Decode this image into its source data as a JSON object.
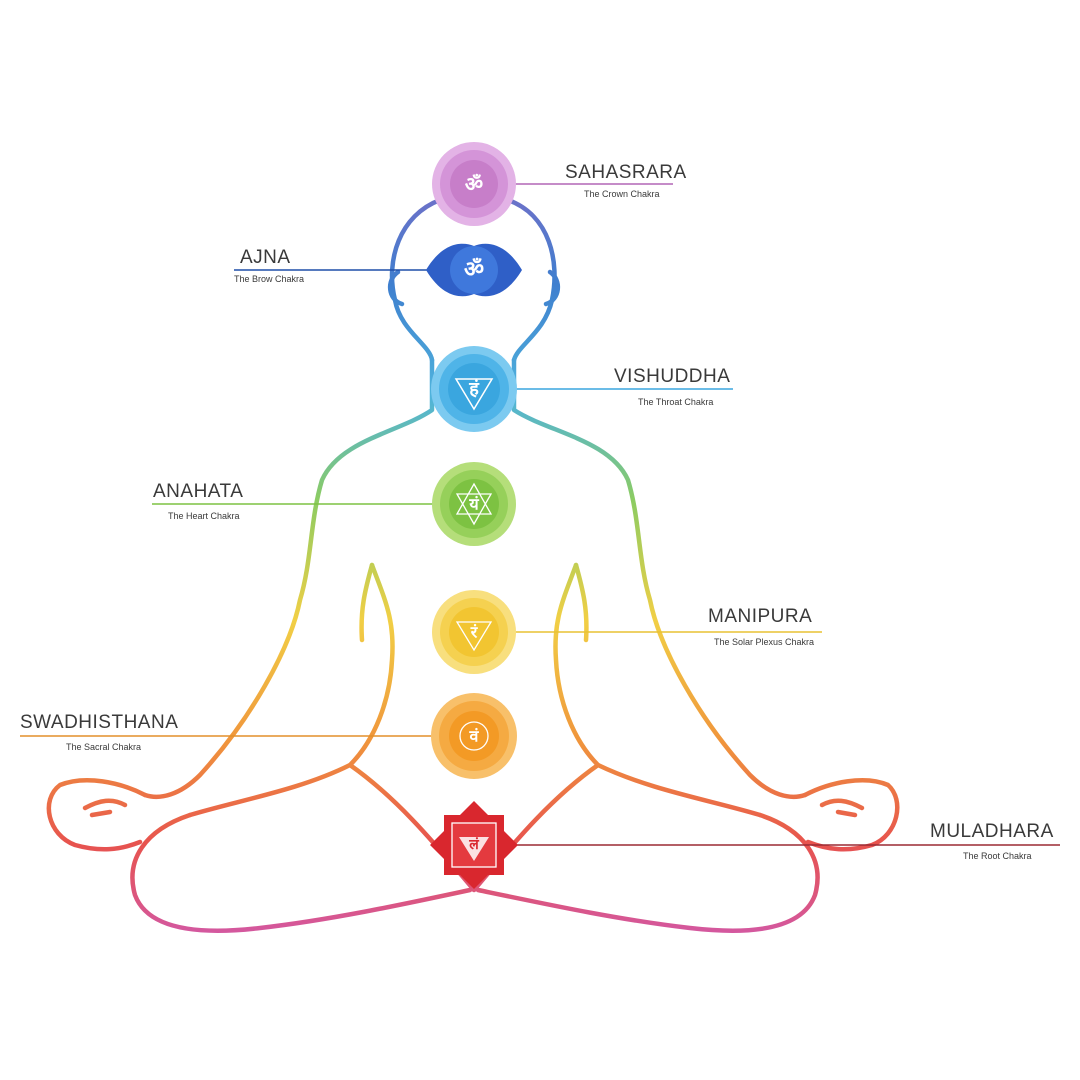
{
  "chakras": [
    {
      "id": "sahasrara",
      "name": "SAHASRARA",
      "subtitle": "The Crown Chakra",
      "color": "#c77ec9",
      "glyph": "ॐ"
    },
    {
      "id": "ajna",
      "name": "AJNA",
      "subtitle": "The Brow Chakra",
      "color": "#2f5fc7",
      "glyph": "ॐ"
    },
    {
      "id": "vishuddha",
      "name": "VISHUDDHA",
      "subtitle": "The Throat Chakra",
      "color": "#3aa6df",
      "glyph": "हं"
    },
    {
      "id": "anahata",
      "name": "ANAHATA",
      "subtitle": "The Heart Chakra",
      "color": "#7dc242",
      "glyph": "यं"
    },
    {
      "id": "manipura",
      "name": "MANIPURA",
      "subtitle": "The Solar Plexus Chakra",
      "color": "#f2c531",
      "glyph": "रं"
    },
    {
      "id": "swadhisthana",
      "name": "SWADHISTHANA",
      "subtitle": "The Sacral Chakra",
      "color": "#f39a25",
      "glyph": "वं"
    },
    {
      "id": "muladhara",
      "name": "MULADHARA",
      "subtitle": "The Root Chakra",
      "color": "#d9272e",
      "glyph": "लं"
    }
  ]
}
